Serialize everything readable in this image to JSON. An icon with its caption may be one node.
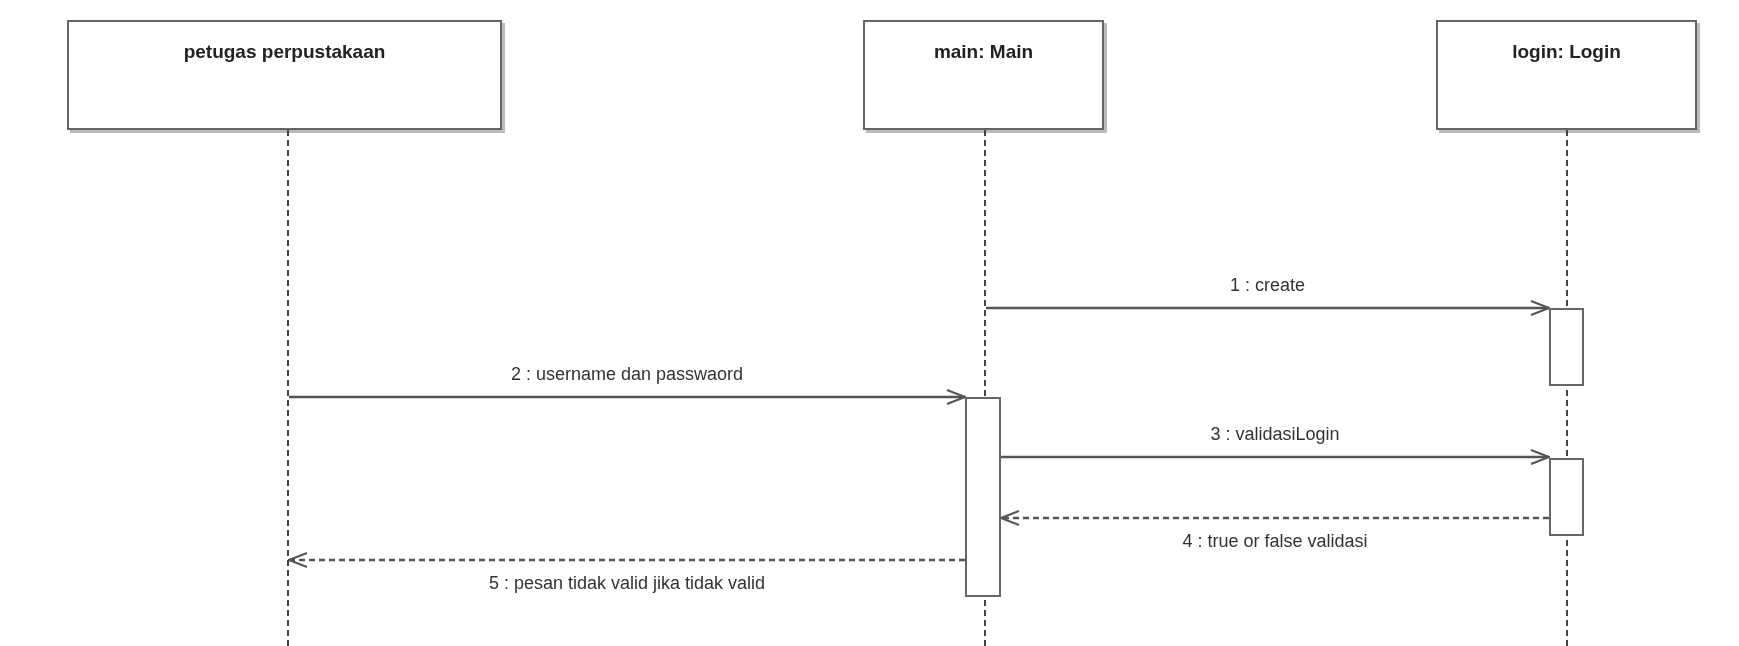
{
  "diagram": {
    "nodes": [
      {
        "text": [
          "petugas perpustakaan"
        ]
      },
      {
        "text": [
          "main: Main"
        ]
      },
      {
        "text": [
          "login: Login"
        ]
      },
      {
        "text": [],
        "shape": "line"
      },
      {
        "text": [],
        "shape": "line"
      },
      {
        "text": [],
        "shape": "line"
      },
      {
        "text": [],
        "shape": "bar"
      },
      {
        "text": [],
        "shape": "bar"
      },
      {
        "text": [],
        "shape": "bar"
      }
    ],
    "edges": [
      {
        "from": 4,
        "to": 6,
        "arrow": "to",
        "label": "1 : create"
      },
      {
        "from": 3,
        "to": 7,
        "arrow": "to",
        "label": "2 : username dan passwaord"
      },
      {
        "from": 7,
        "to": 8,
        "arrow": "to",
        "label": "3 : validasiLogin"
      },
      {
        "from": 8,
        "to": 7,
        "arrow": "to",
        "label": "4 : true or false validasi",
        "style": "dashed"
      },
      {
        "from": 7,
        "to": 3,
        "arrow": "to",
        "label": "5 : pesan tidak valid jika tidak valid",
        "style": "dashed"
      }
    ]
  }
}
